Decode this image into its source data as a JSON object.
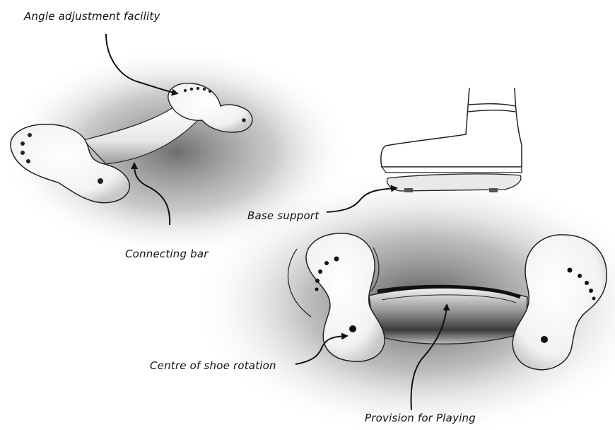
{
  "labels": {
    "angle_adjustment": "Angle adjustment facility",
    "connecting_bar": "Connecting bar",
    "base_support": "Base support",
    "centre_rotation": "Centre of shoe rotation",
    "provision_playing": "Provision for Playing"
  },
  "colors": {
    "ink": "#111111",
    "shadow": "#6a6a6a",
    "surface": "#ffffff"
  },
  "icons": {
    "arrow": "curved-arrow-icon"
  }
}
